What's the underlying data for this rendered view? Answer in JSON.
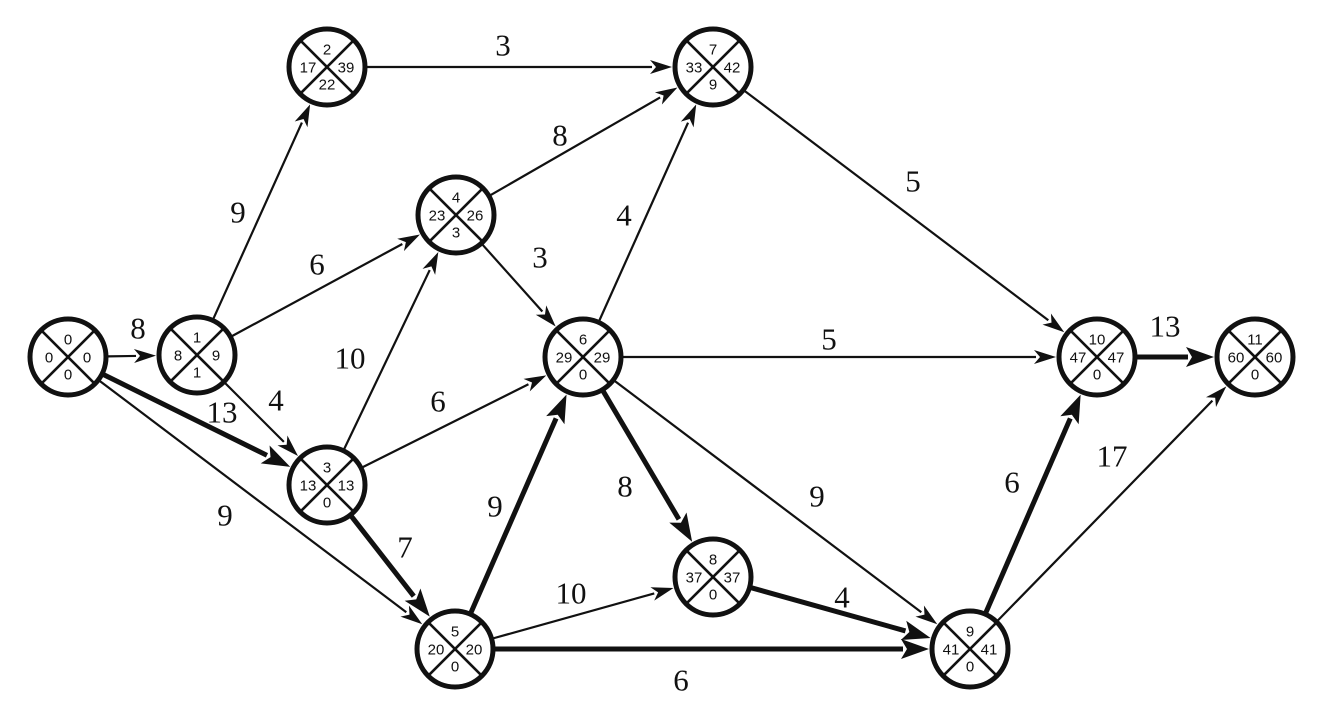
{
  "diagram": {
    "nodes": [
      {
        "id": 0,
        "top": "0",
        "left": "0",
        "right": "0",
        "bottom": "0"
      },
      {
        "id": 1,
        "top": "1",
        "left": "8",
        "right": "9",
        "bottom": "1"
      },
      {
        "id": 2,
        "top": "2",
        "left": "17",
        "right": "39",
        "bottom": "22"
      },
      {
        "id": 3,
        "top": "3",
        "left": "13",
        "right": "13",
        "bottom": "0"
      },
      {
        "id": 4,
        "top": "4",
        "left": "23",
        "right": "26",
        "bottom": "3"
      },
      {
        "id": 5,
        "top": "5",
        "left": "20",
        "right": "20",
        "bottom": "0"
      },
      {
        "id": 6,
        "top": "6",
        "left": "29",
        "right": "29",
        "bottom": "0"
      },
      {
        "id": 7,
        "top": "7",
        "left": "33",
        "right": "42",
        "bottom": "9"
      },
      {
        "id": 8,
        "top": "8",
        "left": "37",
        "right": "37",
        "bottom": "0"
      },
      {
        "id": 9,
        "top": "9",
        "left": "41",
        "right": "41",
        "bottom": "0"
      },
      {
        "id": 10,
        "top": "10",
        "left": "47",
        "right": "47",
        "bottom": "0"
      },
      {
        "id": 11,
        "top": "11",
        "left": "60",
        "right": "60",
        "bottom": "0"
      }
    ],
    "edges": [
      {
        "from": 0,
        "to": 1,
        "weight": "8",
        "critical": false
      },
      {
        "from": 0,
        "to": 3,
        "weight": "13",
        "critical": true
      },
      {
        "from": 0,
        "to": 5,
        "weight": "9",
        "critical": false
      },
      {
        "from": 1,
        "to": 2,
        "weight": "9",
        "critical": false
      },
      {
        "from": 1,
        "to": 4,
        "weight": "6",
        "critical": false
      },
      {
        "from": 1,
        "to": 3,
        "weight": "4",
        "critical": false
      },
      {
        "from": 2,
        "to": 7,
        "weight": "3",
        "critical": false
      },
      {
        "from": 4,
        "to": 7,
        "weight": "8",
        "critical": false
      },
      {
        "from": 4,
        "to": 6,
        "weight": "3",
        "critical": false
      },
      {
        "from": 3,
        "to": 4,
        "weight": "10",
        "critical": false
      },
      {
        "from": 3,
        "to": 6,
        "weight": "6",
        "critical": false
      },
      {
        "from": 3,
        "to": 5,
        "weight": "7",
        "critical": true
      },
      {
        "from": 6,
        "to": 7,
        "weight": "4",
        "critical": false
      },
      {
        "from": 6,
        "to": 10,
        "weight": "5",
        "critical": false
      },
      {
        "from": 6,
        "to": 8,
        "weight": "8",
        "critical": true
      },
      {
        "from": 6,
        "to": 9,
        "weight": "9",
        "critical": false
      },
      {
        "from": 5,
        "to": 6,
        "weight": "9",
        "critical": true
      },
      {
        "from": 5,
        "to": 8,
        "weight": "10",
        "critical": false
      },
      {
        "from": 5,
        "to": 9,
        "weight": "6",
        "critical": true
      },
      {
        "from": 8,
        "to": 9,
        "weight": "4",
        "critical": true
      },
      {
        "from": 7,
        "to": 10,
        "weight": "5",
        "critical": false
      },
      {
        "from": 9,
        "to": 10,
        "weight": "6",
        "critical": true
      },
      {
        "from": 9,
        "to": 11,
        "weight": "17",
        "critical": false
      },
      {
        "from": 10,
        "to": 11,
        "weight": "13",
        "critical": true
      }
    ]
  }
}
